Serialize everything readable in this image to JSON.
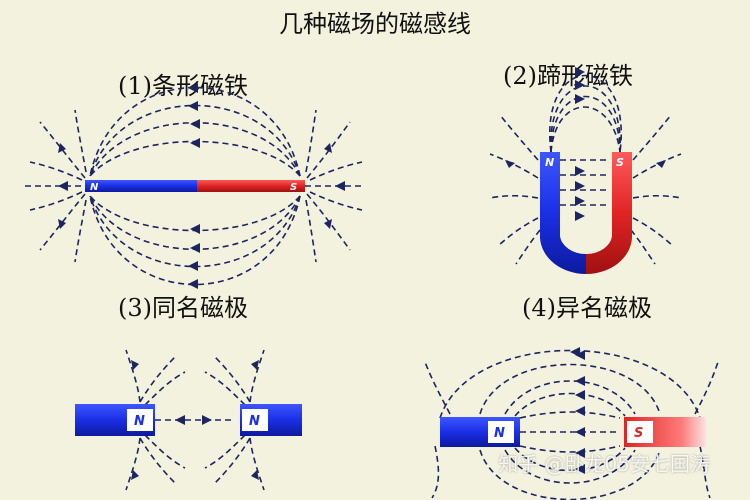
{
  "title": "几种磁场的磁感线",
  "panels": {
    "p1": {
      "label": "(1)条形磁铁",
      "n": "N",
      "s": "S"
    },
    "p2": {
      "label": "(2)蹄形磁铁",
      "n": "N",
      "s": "S"
    },
    "p3": {
      "label": "(3)同名磁极",
      "n1": "N",
      "n2": "N"
    },
    "p4": {
      "label": "(4)异名磁极",
      "n": "N",
      "s": "S"
    }
  },
  "watermark": "知乎 @卧龙05安七国涛",
  "colors": {
    "north": "#1a2fe6",
    "south": "#e02424",
    "line": "#1c2560",
    "background": "#f3f2df"
  }
}
